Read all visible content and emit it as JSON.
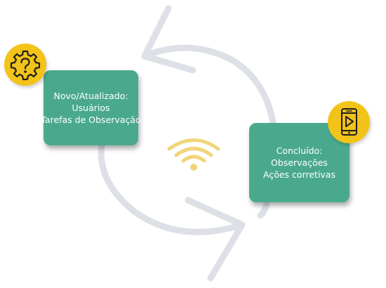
{
  "diagram": {
    "left_node": {
      "lines": [
        "Novo/Atualizado:",
        "Usuários",
        "Tarefas de Observação"
      ],
      "icon": "gear-question-icon"
    },
    "right_node": {
      "lines": [
        "Concluído:",
        "Observações",
        "Ações corretivas"
      ],
      "icon": "tablet-play-icon"
    },
    "center_icon": "wifi-icon",
    "colors": {
      "node_fill": "#4aa98c",
      "badge_fill": "#f2c318",
      "cycle_arrow": "#dde0e6",
      "wifi": "#f0d57a"
    }
  }
}
